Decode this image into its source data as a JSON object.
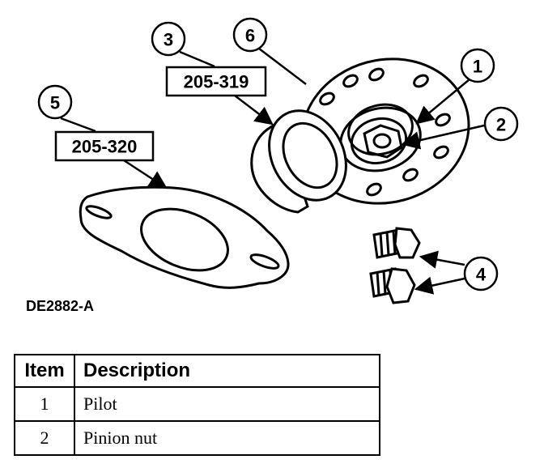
{
  "figure": {
    "id": "DE2882-A",
    "callouts": [
      "1",
      "2",
      "3",
      "4",
      "5",
      "6"
    ],
    "tools": [
      "205-319",
      "205-320"
    ]
  },
  "table": {
    "headers": {
      "item": "Item",
      "description": "Description"
    },
    "rows": [
      {
        "item": "1",
        "description": "Pilot"
      },
      {
        "item": "2",
        "description": "Pinion nut"
      }
    ]
  }
}
